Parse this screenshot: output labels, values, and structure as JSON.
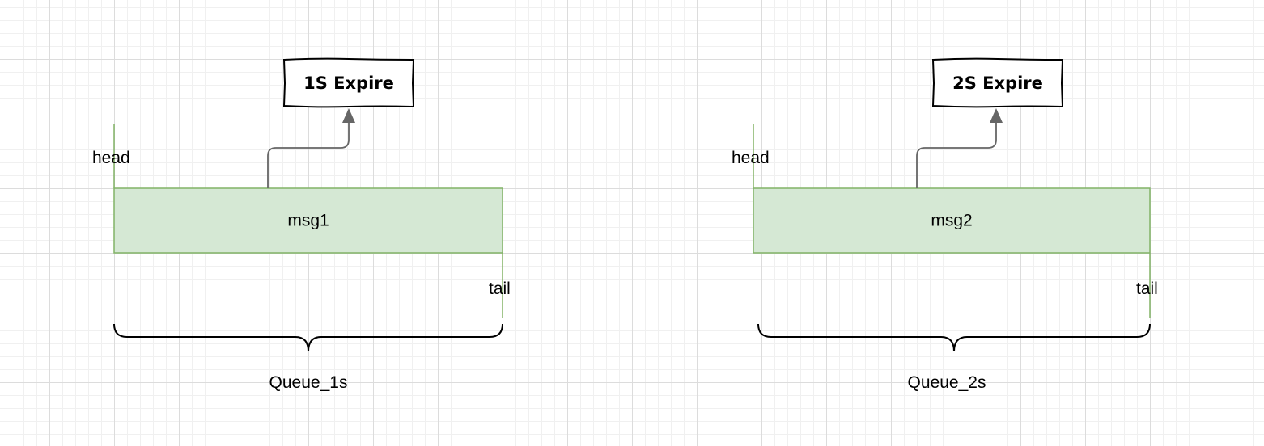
{
  "colors": {
    "queue_fill": "#d5e8d4",
    "queue_stroke": "#82b366",
    "arrow_stroke": "#666666",
    "brace_stroke": "#000000",
    "expire_stroke": "#000000"
  },
  "queues": [
    {
      "head_label": "head",
      "tail_label": "tail",
      "message": "msg1",
      "expire_label": "1S Expire",
      "queue_name": "Queue_1s"
    },
    {
      "head_label": "head",
      "tail_label": "tail",
      "message": "msg2",
      "expire_label": "2S Expire",
      "queue_name": "Queue_2s"
    }
  ]
}
